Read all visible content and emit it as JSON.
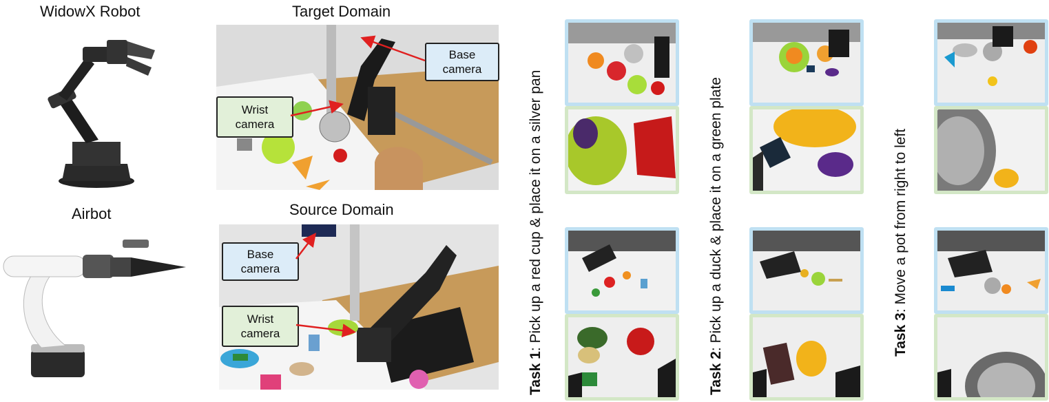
{
  "robots": {
    "widowx_title": "WidowX Robot",
    "airbot_title": "Airbot"
  },
  "domains": {
    "target_title": "Target Domain",
    "source_title": "Source Domain"
  },
  "callouts": {
    "target_base": [
      "Base",
      "camera"
    ],
    "target_wrist": [
      "Wrist",
      "camera"
    ],
    "source_base": [
      "Base",
      "camera"
    ],
    "source_wrist": [
      "Wrist",
      "camera"
    ]
  },
  "tasks": [
    {
      "label": "Task 1",
      "text": ": Pick up a red cup & place it on a silver pan"
    },
    {
      "label": "Task 2",
      "text": ": Pick up a duck & place it on a green plate"
    },
    {
      "label": "Task 3",
      "text": ": Move a pot from right to left"
    }
  ],
  "colors": {
    "base_frame": "#bfe0f2",
    "wrist_frame": "#d3e7c6",
    "arrow": "#e02020",
    "callout_blue": "#dcecf8",
    "callout_green": "#e2f0d9"
  }
}
